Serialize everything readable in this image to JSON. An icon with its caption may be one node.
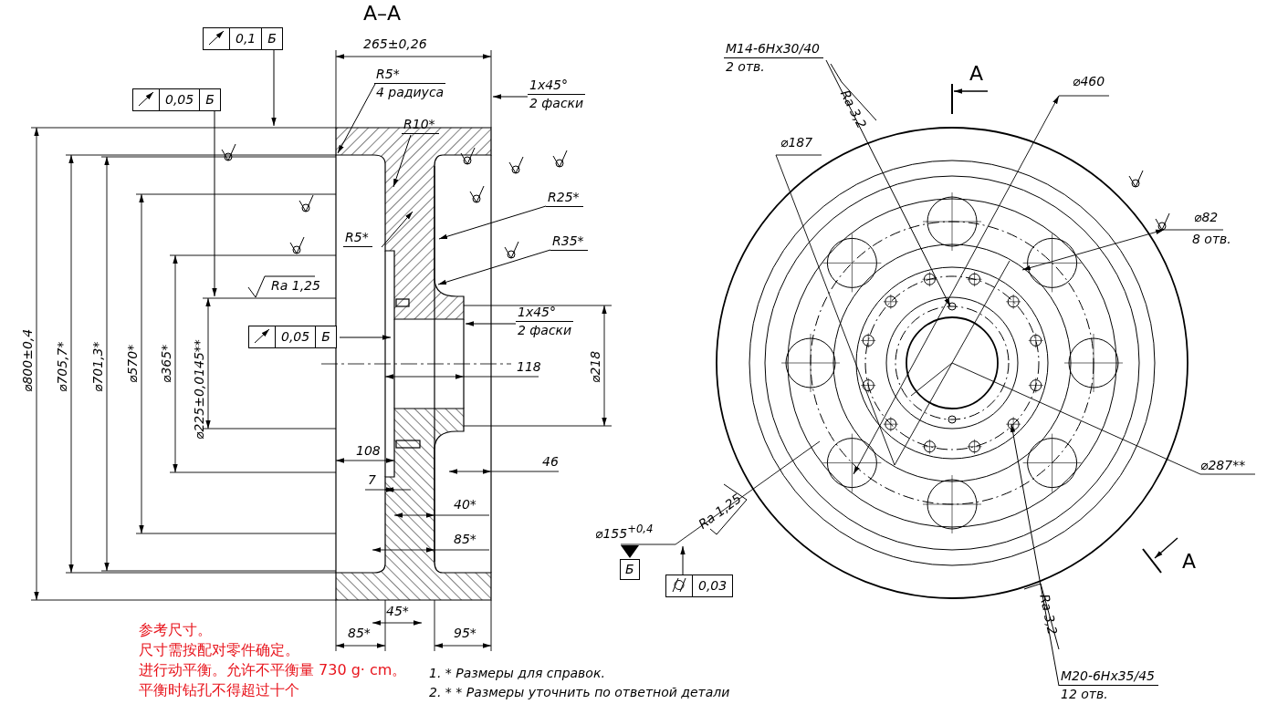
{
  "diagram": {
    "nodes": [
      {
        "text": [
          "0,1",
          "Б"
        ]
      },
      {
        "text": [
          "R5*",
          "4 радиуса"
        ]
      },
      {
        "text": [
          "1x45°",
          "2 фаски"
        ]
      },
      {
        "text": [
          "0,05",
          "Б"
        ]
      },
      {
        "text": [
          "R10*"
        ]
      },
      {
        "text": [
          "R25*"
        ]
      },
      {
        "text": [
          "R5*"
        ]
      },
      {
        "text": [
          "R35*"
        ]
      },
      {
        "text": [
          "0,05",
          "Б"
        ]
      },
      {
        "text": [
          "1x45°",
          "2 фаски"
        ]
      },
      {
        "text": [
          "M14-6Hx30/40",
          "2 отв."
        ]
      },
      {
        "text": [
          "Б"
        ]
      },
      {
        "text": [
          "0,03"
        ]
      },
      {
        "text": [
          "M20-6Hx35/45",
          "12 отв."
        ]
      }
    ],
    "edges": [
      {
        "from": 0,
        "to": null,
        "arrow": "to"
      },
      {
        "from": 1,
        "to": null,
        "arrow": "to"
      },
      {
        "from": 2,
        "to": null,
        "arrow": "to"
      },
      {
        "from": 3,
        "to": null,
        "arrow": "to"
      },
      {
        "from": 4,
        "to": null,
        "arrow": "to"
      },
      {
        "from": 5,
        "to": null,
        "arrow": "to"
      },
      {
        "from": 6,
        "to": null,
        "arrow": "to"
      },
      {
        "from": 7,
        "to": null,
        "arrow": "to"
      },
      {
        "from": 8,
        "to": null,
        "arrow": "to"
      },
      {
        "from": 9,
        "to": null,
        "arrow": "to"
      },
      {
        "from": 10,
        "to": null,
        "arrow": "to"
      },
      {
        "from": 12,
        "to": null,
        "arrow": "to"
      },
      {
        "from": 13,
        "to": null,
        "arrow": "to"
      }
    ],
    "labels": [
      "А–А",
      "265±0,26",
      "Ra 1,25",
      "⌀800±0,4",
      "⌀705,7*",
      "⌀701,3*",
      "⌀570*",
      "⌀365*",
      "⌀225±0,0145**",
      "118",
      "⌀218",
      "108",
      "7",
      "46",
      "40*",
      "85*",
      "45*",
      "85*",
      "95*",
      "A",
      "Ra 3,2",
      "⌀460",
      "⌀187",
      "⌀82",
      "8 отв.",
      "⌀287**",
      "Ra 1,25",
      "⌀155$^{+0,4}$",
      "A",
      "Ra 3,2",
      "参考尺寸。",
      "尺寸需按配对零件确定。",
      "进行动平衡。允许不平衡量 730 g· cm。",
      "平衡时钻孔不得超过十个",
      "1. * Размеры для справок.",
      "2. * * Размеры уточнить по ответной детали"
    ]
  }
}
